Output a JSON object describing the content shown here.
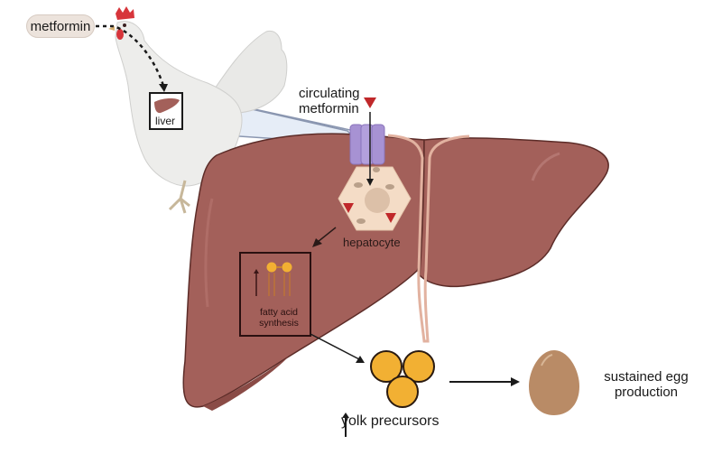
{
  "title": "Metformin action in hen liver supports sustained egg production",
  "labels": {
    "metformin_pill": "metformin",
    "liver_inset": "liver",
    "circulating_metformin_line1": "circulating",
    "circulating_metformin_line2": "metformin",
    "hepatocyte": "hepatocyte",
    "fatty_acid_line1": "fatty acid",
    "fatty_acid_line2": "synthesis",
    "yolk_precursors": "yolk precursors",
    "egg_line1": "sustained egg",
    "egg_line2": "production"
  },
  "indicators": {
    "fatty_acid_synthesis": "increase",
    "yolk_precursors": "increase"
  },
  "colors": {
    "liver": "#a3605a",
    "liver_dark": "#8a4b46",
    "liver_outline": "#5c2c28",
    "ligament": "#e2b2a0",
    "transporter": "#a792d3",
    "hepatocyte": "#f4dcc6",
    "metformin_triangle": "#c0282a",
    "yolk": "#f2b033",
    "egg": "#b98b66",
    "inset_fill": "#e8eef8",
    "hen_body": "#eeeeec",
    "comb": "#d7353b"
  }
}
